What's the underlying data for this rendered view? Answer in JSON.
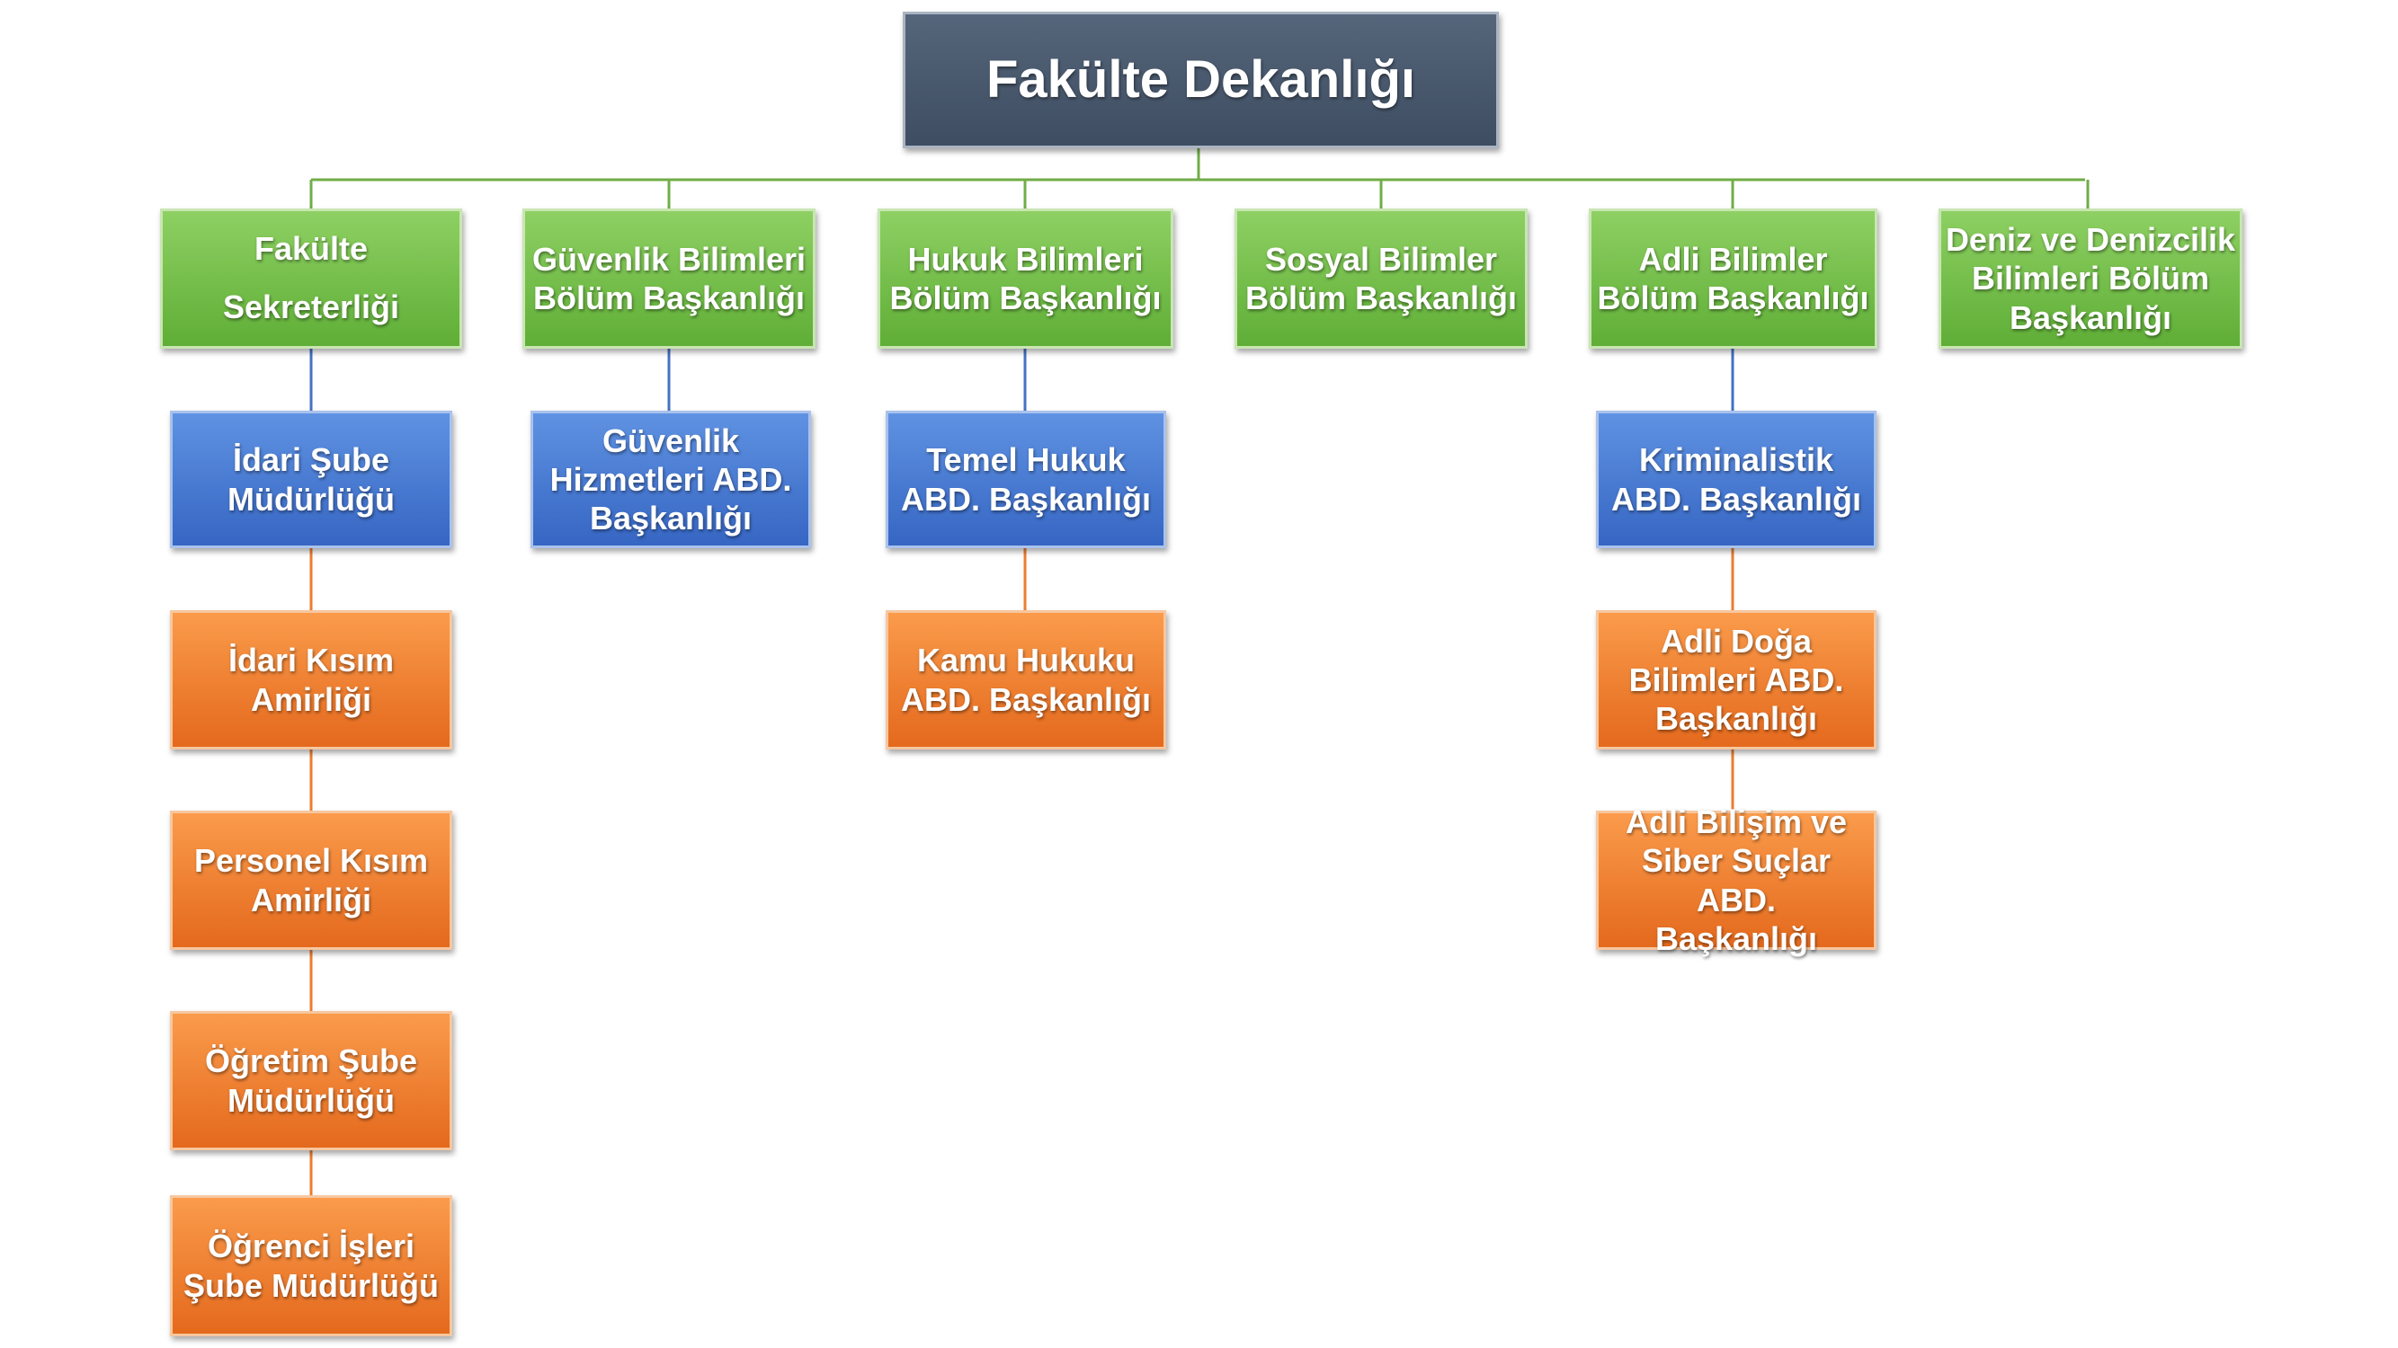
{
  "root": {
    "label": "Fakülte Dekanlığı"
  },
  "departments": [
    {
      "label": "Fakülte\nSekreterliği"
    },
    {
      "label": "Güvenlik Bilimleri\nBölüm Başkanlığı"
    },
    {
      "label": "Hukuk Bilimleri\nBölüm Başkanlığı"
    },
    {
      "label": "Sosyal Bilimler\nBölüm Başkanlığı"
    },
    {
      "label": "Adli Bilimler\nBölüm Başkanlığı"
    },
    {
      "label": "Deniz ve Denizcilik\nBilimleri Bölüm\nBaşkanlığı"
    }
  ],
  "units": {
    "idari_sube": "İdari Şube\nMüdürlüğü",
    "idari_kisim": "İdari Kısım\nAmirliği",
    "personel_kisim": "Personel Kısım\nAmirliği",
    "ogretim_sube": "Öğretim Şube\nMüdürlüğü",
    "ogrenci_isleri": "Öğrenci İşleri\nŞube Müdürlüğü",
    "guvenlik_hizmetleri": "Güvenlik\nHizmetleri ABD.\nBaşkanlığı",
    "temel_hukuk": "Temel Hukuk\nABD. Başkanlığı",
    "kamu_hukuku": "Kamu Hukuku\nABD. Başkanlığı",
    "kriminalistik": "Kriminalistik\nABD. Başkanlığı",
    "adli_doga": "Adli Doğa\nBilimleri ABD.\nBaşkanlığı",
    "adli_bilisim": "Adli Bilişim ve\nSiber Suçlar ABD.\nBaşkanlığı"
  },
  "colors": {
    "root": "#44546a",
    "department": "#70ad47",
    "unit_blue": "#4472c4",
    "unit_orange": "#ed7d31",
    "connector_green": "#70ad47",
    "connector_blue": "#4472c4",
    "connector_orange": "#ed7d31"
  }
}
